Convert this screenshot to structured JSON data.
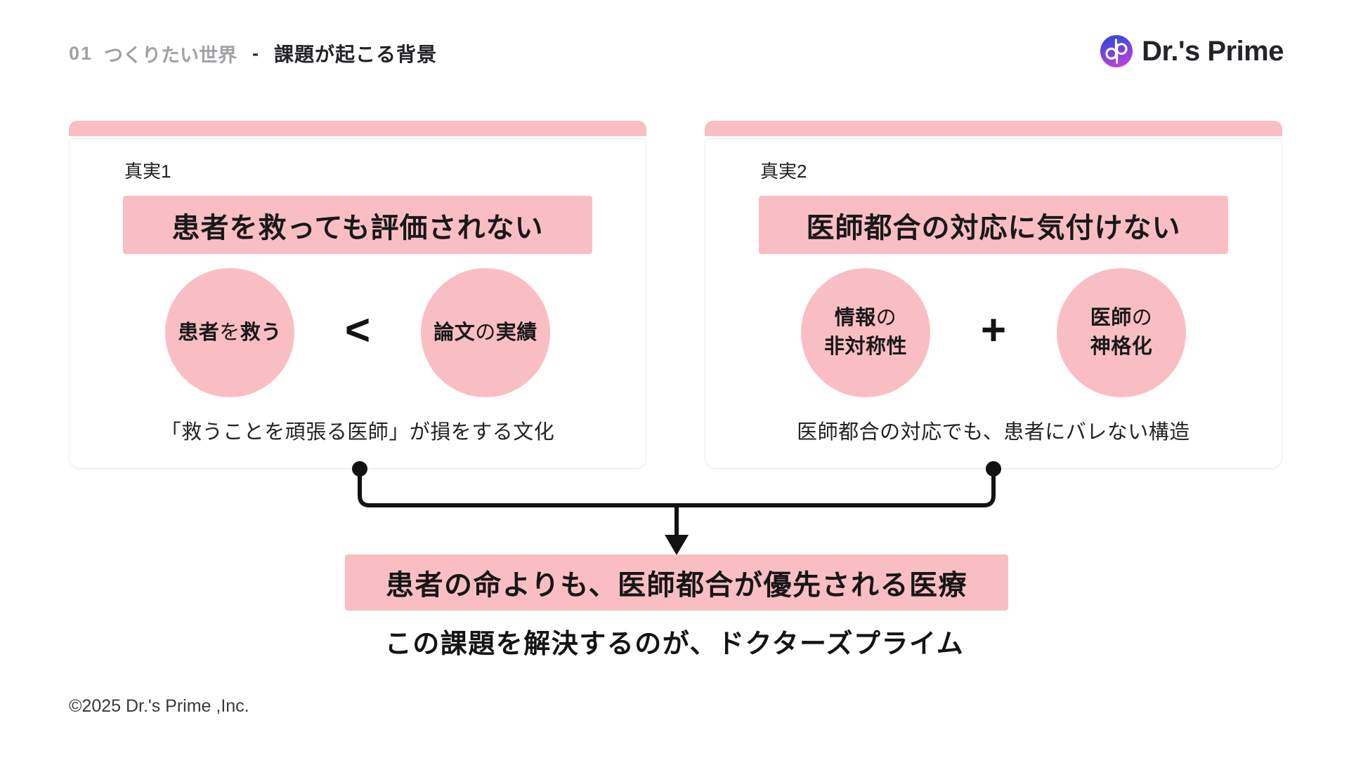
{
  "header": {
    "section_number": "01",
    "section_title": "つくりたい世界",
    "separator": "-",
    "page_title": "課題が起こる背景"
  },
  "logo": {
    "text": "Dr.'s Prime",
    "monogram": "dp",
    "gradient_start": "#3B47DE",
    "gradient_end": "#BC41DC"
  },
  "cards": [
    {
      "label": "真実1",
      "heading": "患者を救っても評価されない",
      "left_circle_lines": [
        [
          {
            "t": "患者",
            "b": true
          },
          {
            "t": "を",
            "b": false
          },
          {
            "t": "救う",
            "b": true
          }
        ]
      ],
      "operator": "<",
      "right_circle_lines": [
        [
          {
            "t": "論文",
            "b": true
          },
          {
            "t": "の",
            "b": false
          },
          {
            "t": "実績",
            "b": true
          }
        ]
      ],
      "caption": "「救うことを頑張る医師」が損をする文化"
    },
    {
      "label": "真実2",
      "heading": "医師都合の対応に気付けない",
      "left_circle_lines": [
        [
          {
            "t": "情報",
            "b": true
          },
          {
            "t": "の",
            "b": false
          }
        ],
        [
          {
            "t": "非対称性",
            "b": true
          }
        ]
      ],
      "operator": "+",
      "right_circle_lines": [
        [
          {
            "t": "医師",
            "b": true
          },
          {
            "t": "の",
            "b": false
          }
        ],
        [
          {
            "t": "神格化",
            "b": true
          }
        ]
      ],
      "caption": "医師都合の対応でも、患者にバレない構造"
    }
  ],
  "conclusion": {
    "box_text": "患者の命よりも、医師都合が優先される医療",
    "subtext": "この課題を解決するのが、ドクターズプライム"
  },
  "footer": {
    "copyright": "©2025 Dr.'s Prime ,Inc."
  },
  "colors": {
    "pink": "#F9BEC3",
    "ink": "#1B1B1D",
    "gray": "#A1A1A6",
    "card_border": "#ECECEC",
    "connector": "#121212"
  }
}
